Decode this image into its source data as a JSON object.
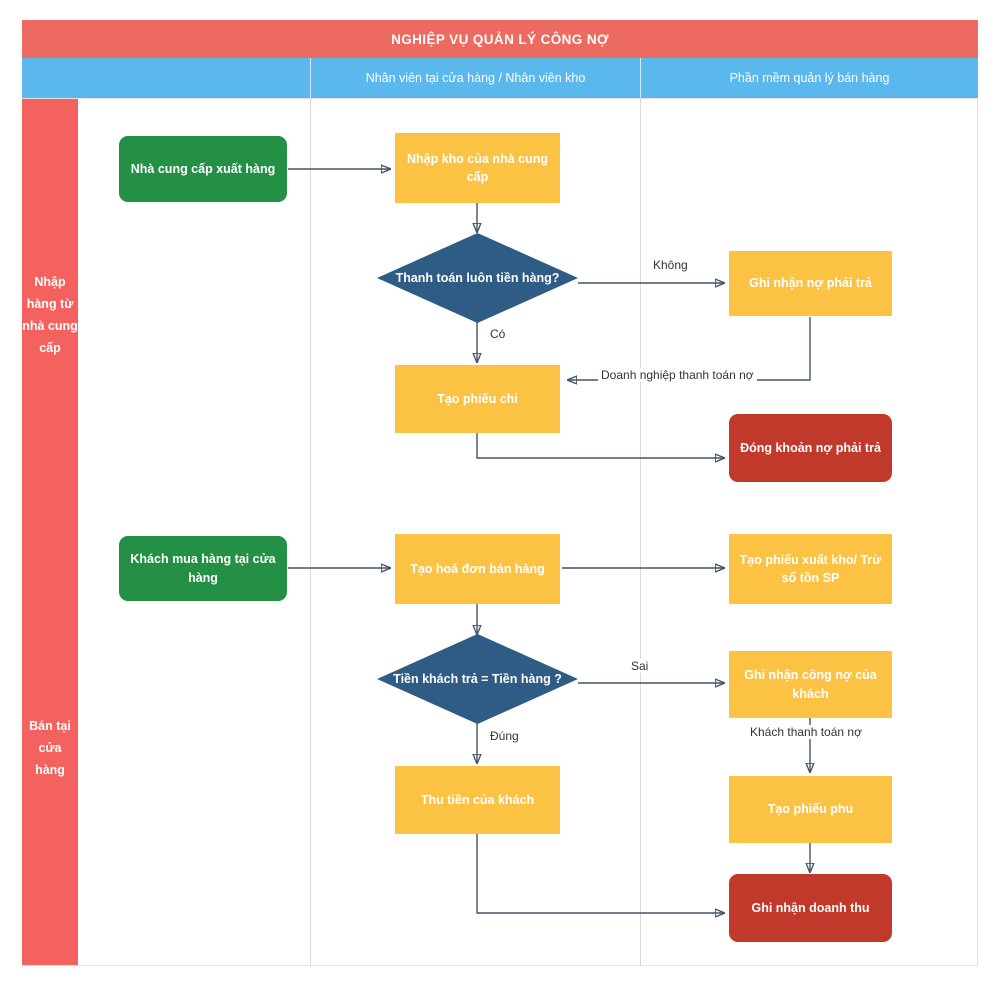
{
  "header": {
    "title": "NGHIỆP VỤ QUẢN LÝ CÔNG NỢ"
  },
  "lanes": [
    {
      "label": ""
    },
    {
      "label": "Nhân viên tại cửa hàng / Nhân viên kho"
    },
    {
      "label": "Phần mềm quản lý bán hàng"
    }
  ],
  "categories": [
    {
      "label": "Nhập hàng từ nhà cung cấp"
    },
    {
      "label": "Bán tại cửa hàng"
    }
  ],
  "nodes": {
    "supplier_ships": "Nhà cung cấp xuất hàng",
    "receive_stock": "Nhập kho của nhà cung cấp",
    "pay_now_decision": "Thanh toán luôn tiền hàng?",
    "record_payable": "Ghi nhận nợ phải trả",
    "create_payment_slip": "Tạo phiếu chi",
    "close_payable": "Đóng khoản nợ phải trả",
    "customer_buys": "Khách mua hàng tại cửa hàng",
    "create_invoice": "Tạo hoá đơn bán hàng",
    "create_delivery_note": "Tạo phiếu xuất kho/ Trừ số tồn SP",
    "amount_match_decision": "Tiền khách trả = Tiền hàng ?",
    "record_receivable": "Ghi nhận công nợ của khách",
    "collect_money": "Thu tiền của khách",
    "create_extra_slip": "Tạo phiếu phu",
    "record_revenue": "Ghi nhận doanh thu"
  },
  "edge_labels": {
    "no": "Không",
    "yes": "Có",
    "business_pays_debt": "Doanh nghiệp thanh toán nợ",
    "wrong": "Sai",
    "right": "Đúng",
    "customer_pays_debt": "Khách thanh toán nợ"
  },
  "colors": {
    "header_red": "#EC6A60",
    "lane_blue": "#5BB8EC",
    "category_red": "#F4625F",
    "start_green": "#239045",
    "process_yellow": "#FBC244",
    "end_red": "#C0392B",
    "decision_blue": "#2E5C85",
    "connector": "#44546A"
  }
}
